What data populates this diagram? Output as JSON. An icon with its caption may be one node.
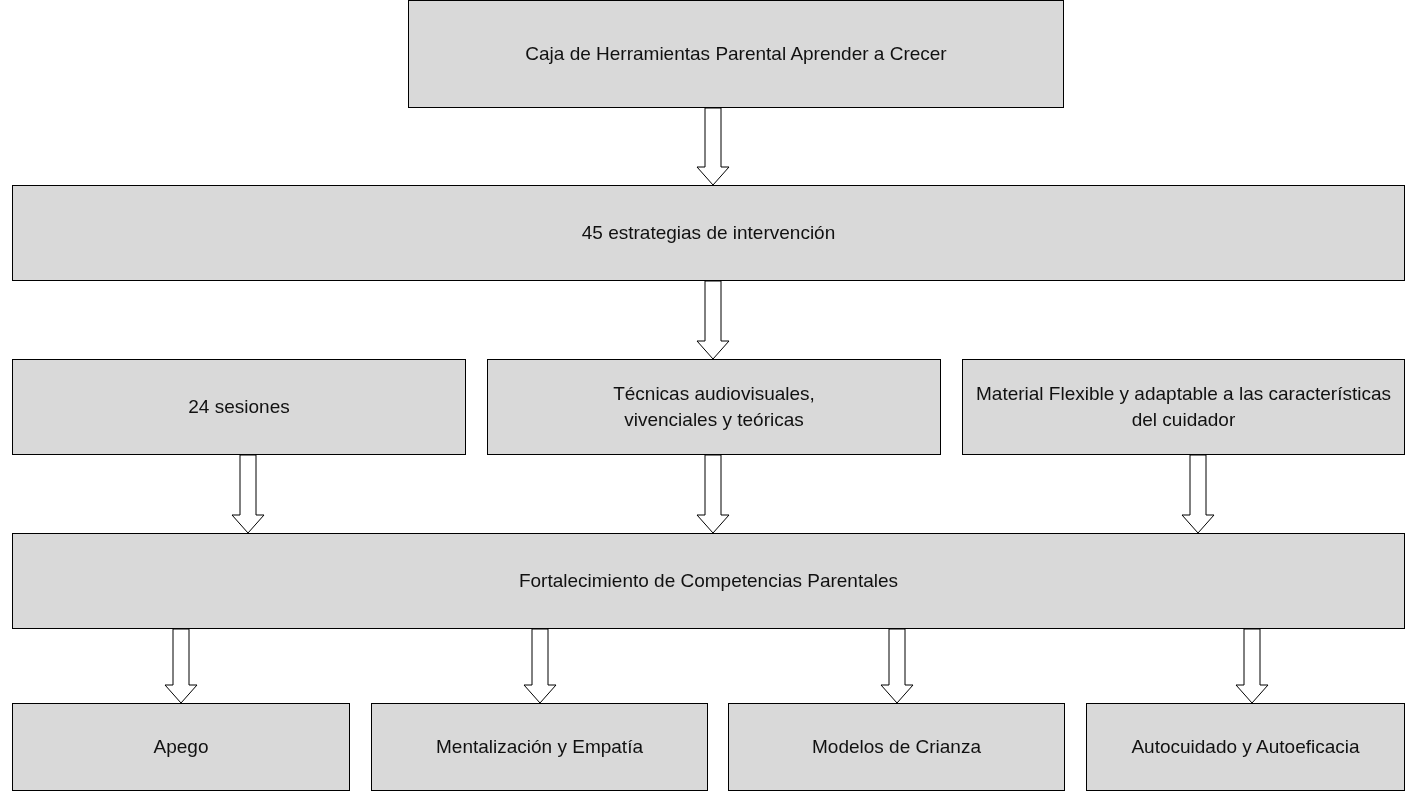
{
  "diagram": {
    "nodes": [
      {
        "text": [
          "Caja de Herramientas Parental Aprender a Crecer"
        ]
      },
      {
        "text": [
          "45 estrategias de intervención"
        ]
      },
      {
        "text": [
          "24 sesiones"
        ]
      },
      {
        "text": [
          "Técnicas audiovisuales, vivenciales y teóricas"
        ]
      },
      {
        "text": [
          "Material Flexible y adaptable a las características del cuidador"
        ]
      },
      {
        "text": [
          "Fortalecimiento de Competencias Parentales"
        ]
      },
      {
        "text": [
          "Apego"
        ]
      },
      {
        "text": [
          "Mentalización y Empatía"
        ]
      },
      {
        "text": [
          "Modelos de Crianza"
        ]
      },
      {
        "text": [
          "Autocuidado y Autoeficacia"
        ]
      }
    ],
    "edges": [
      {
        "from": 0,
        "to": 1,
        "arrow": "to"
      },
      {
        "from": 1,
        "to": 3,
        "arrow": "to"
      },
      {
        "from": 2,
        "to": 5,
        "arrow": "to"
      },
      {
        "from": 3,
        "to": 5,
        "arrow": "to"
      },
      {
        "from": 4,
        "to": 5,
        "arrow": "to"
      },
      {
        "from": 5,
        "to": 6,
        "arrow": "to"
      },
      {
        "from": 5,
        "to": 7,
        "arrow": "to"
      },
      {
        "from": 5,
        "to": 8,
        "arrow": "to"
      },
      {
        "from": 5,
        "to": 9,
        "arrow": "to"
      }
    ]
  }
}
